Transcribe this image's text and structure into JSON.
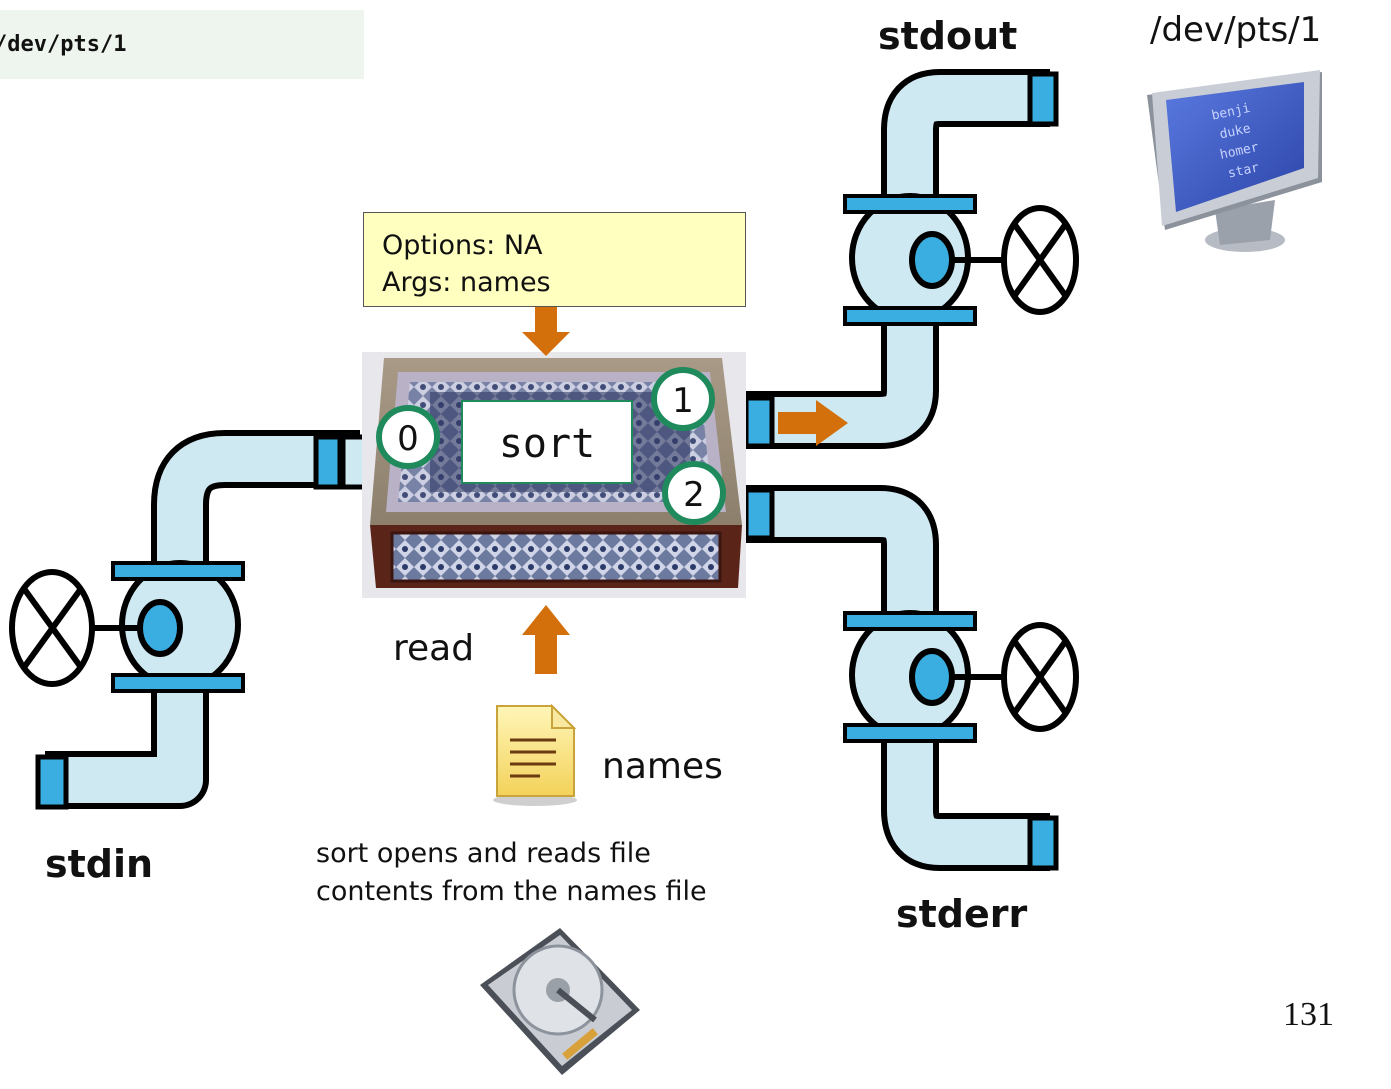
{
  "terminal_device_label": "/dev/pts/1",
  "monitor_caption": "/dev/pts/1",
  "streams": {
    "stdin": "stdin",
    "stdout": "stdout",
    "stderr": "stderr"
  },
  "command_box": {
    "options": "Options: NA",
    "args": "Args: names"
  },
  "process_name": "sort",
  "file_descriptors": [
    "0",
    "1",
    "2"
  ],
  "read_label": "read",
  "file_name": "names",
  "description": "sort opens and reads file contents from the names file",
  "monitor_lines": [
    "benji",
    "duke",
    "homer",
    "star"
  ],
  "page_number": "131",
  "colors": {
    "pipe_fill": "#cfe9f3",
    "pipe_band": "#3aaee0",
    "arrow": "#d4700b",
    "fd_ring": "#1f8a5c",
    "note_bg": "#ffffc0",
    "screen": "#3f5ec8"
  }
}
